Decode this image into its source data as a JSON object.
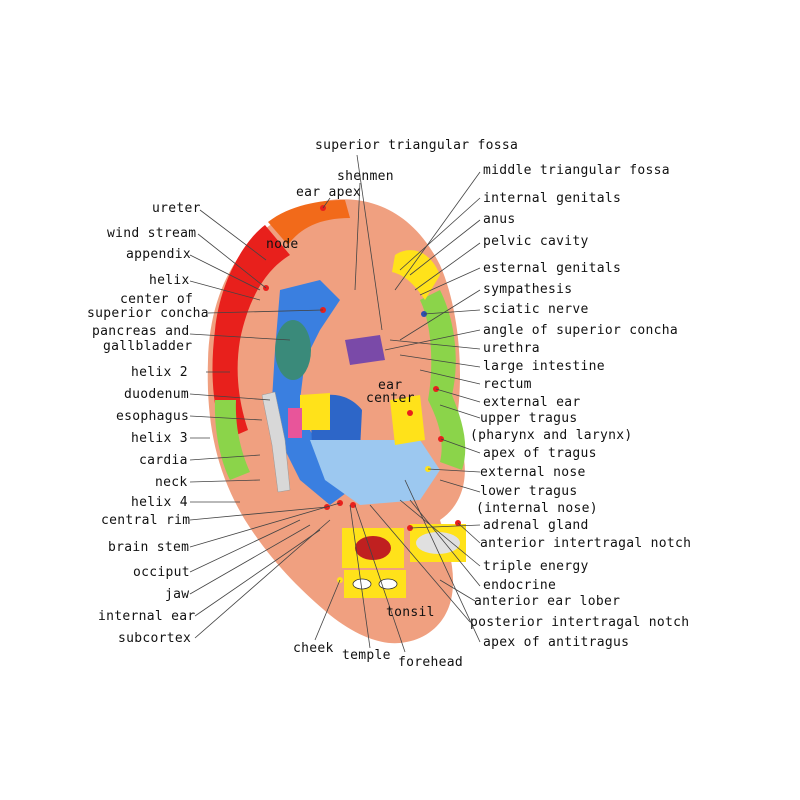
{
  "labels": {
    "superior_triangular_fossa": "superior triangular fossa",
    "shenmen": "shenmen",
    "ear_apex": "ear apex",
    "middle_triangular_fossa": "middle triangular fossa",
    "ureter": "ureter",
    "wind_stream": "wind stream",
    "appendix": "appendix",
    "helix": "helix",
    "center_of_superior_concha_1": "center of",
    "center_of_superior_concha_2": "superior concha",
    "pancreas_1": "pancreas and",
    "pancreas_2": "gallbladder",
    "helix_2": "helix 2",
    "duodenum": "duodenum",
    "esophagus": "esophagus",
    "helix_3": "helix 3",
    "cardia": "cardia",
    "neck": "neck",
    "helix_4": "helix 4",
    "central_rim": "central rim",
    "brain_stem": "brain stem",
    "occiput": "occiput",
    "jaw": "jaw",
    "internal_ear": "internal ear",
    "subcortex": "subcortex",
    "cheek": "cheek",
    "temple": "temple",
    "forehead": "forehead",
    "tonsil": "tonsil",
    "internal_genitals": "internal genitals",
    "anus": "anus",
    "pelvic_cavity": "pelvic cavity",
    "external_genitals": "esternal genitals",
    "sympathesis": "sympathesis",
    "sciatic_nerve": "sciatic nerve",
    "angle_superior_concha": "angle of superior concha",
    "urethra": "urethra",
    "large_intestine": "large intestine",
    "rectum": "rectum",
    "external_ear": "external ear",
    "upper_tragus_1": "upper tragus",
    "upper_tragus_2": "(pharynx and larynx)",
    "apex_of_tragus": "apex of tragus",
    "external_nose": "external nose",
    "lower_tragus_1": "lower tragus",
    "lower_tragus_2": "(internal nose)",
    "adrenal_gland": "adrenal gland",
    "anterior_intertragal_notch": "anterior intertragal notch",
    "triple_energy": "triple energy",
    "endocrine": "endocrine",
    "anterior_ear_lober": "anterior ear lober",
    "posterior_intertragal_notch": "posterior intertragal notch",
    "apex_of_antitragus": "apex of antitragus",
    "node": "node",
    "ear_center_1": "ear",
    "ear_center_2": "center"
  },
  "colors": {
    "skin": "#f0a080",
    "skin_dark": "#e08868",
    "red": "#e8201c",
    "orange": "#f26a1a",
    "yellow": "#ffe21a",
    "green": "#8bd44a",
    "blue": "#3a7fe0",
    "light_blue": "#9cc8f0",
    "pink": "#e8559a",
    "purple": "#7a4aa8"
  }
}
